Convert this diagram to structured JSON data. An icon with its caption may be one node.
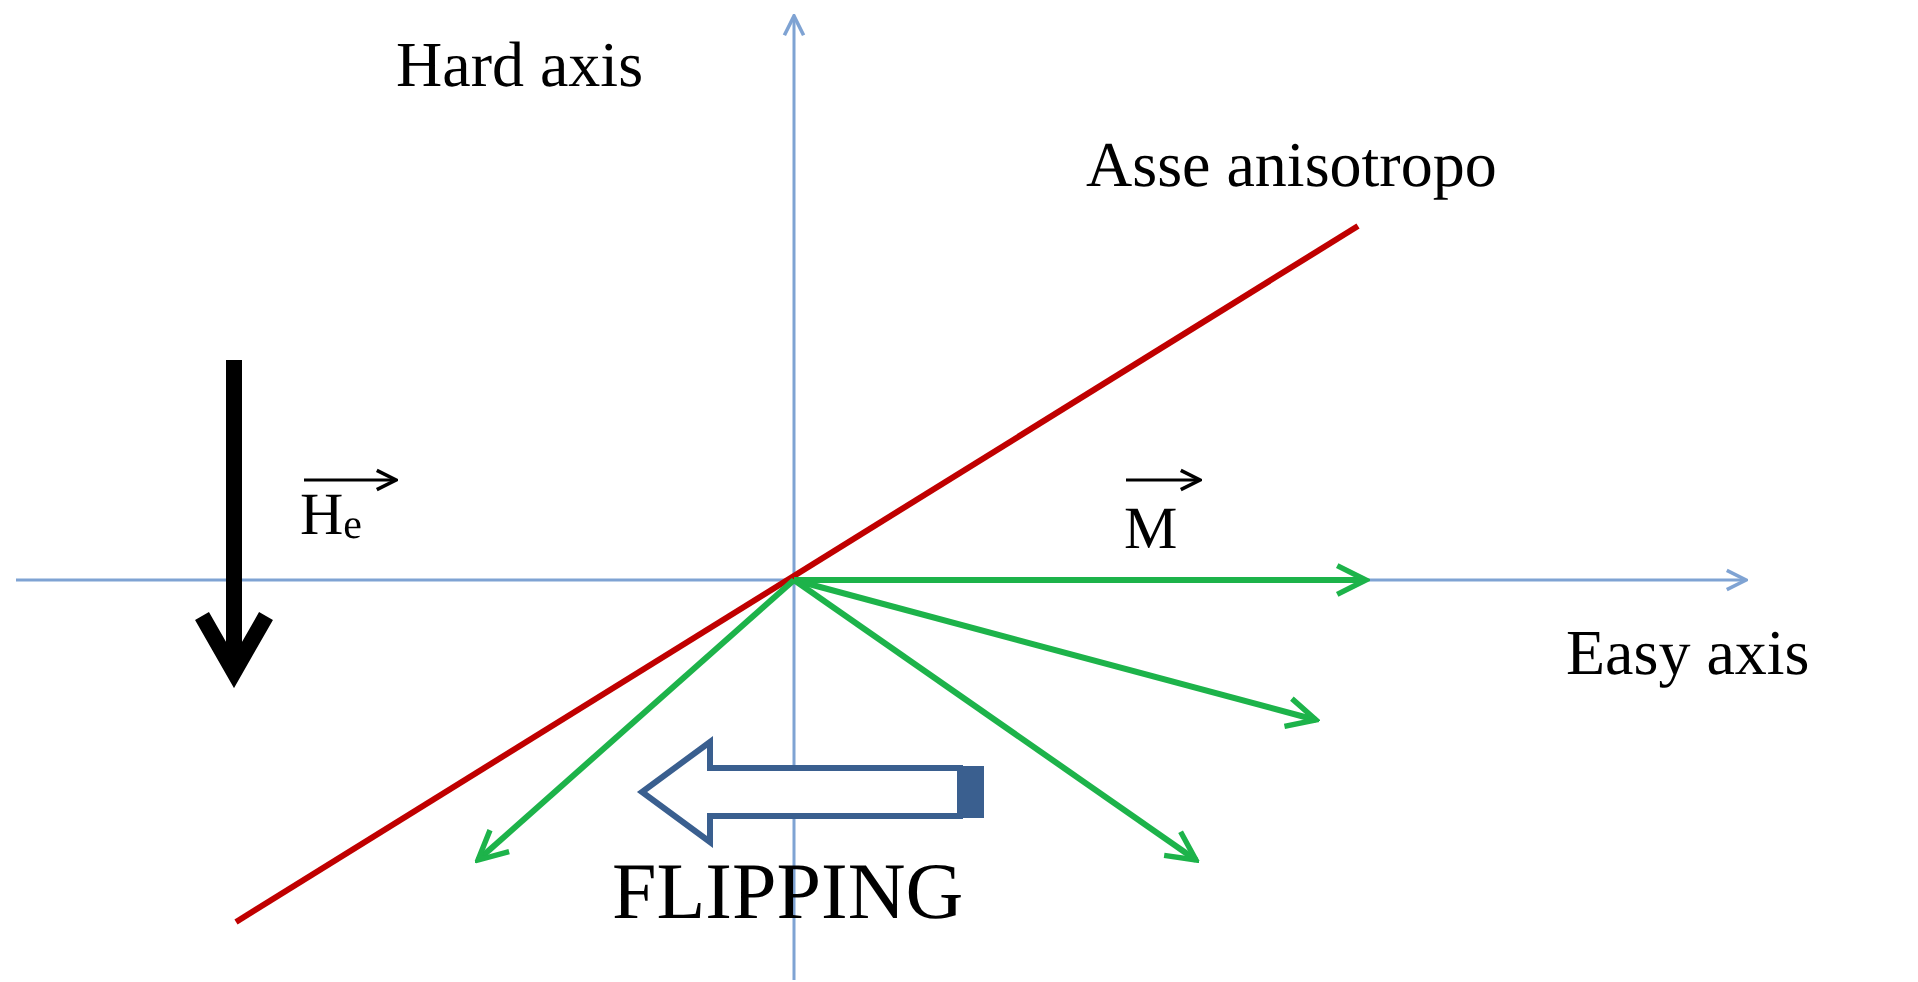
{
  "diagram": {
    "labels": [
      "Hard axis",
      "Asse anisotropo",
      "H$_{e}$",
      "M",
      "Easy axis",
      "FLIPPING"
    ]
  }
}
